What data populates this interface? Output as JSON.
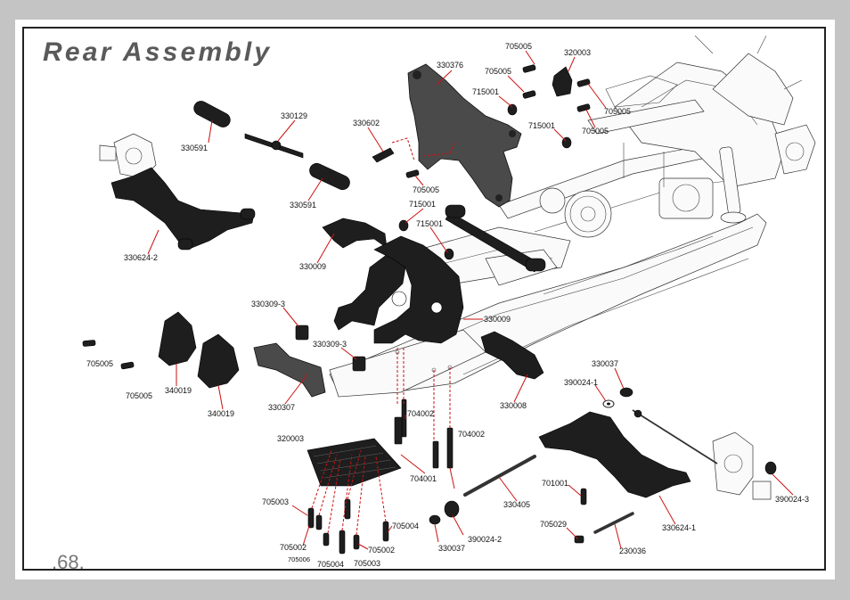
{
  "title": "Rear Assembly",
  "page_number": ".68.",
  "labels": {
    "l705005_a": "705005",
    "l320003_top": "320003",
    "l705005_b": "705005",
    "l330376": "330376",
    "l715001_a": "715001",
    "l705005_c": "705005",
    "l715001_b": "715001",
    "l705005_d": "705005",
    "l330129": "330129",
    "l330602": "330602",
    "l330591_a": "330591",
    "l705005_e": "705005",
    "l330591_b": "330591",
    "l715001_c": "715001",
    "l715001_d": "715001",
    "l330624_2": "330624-2",
    "l330009_a": "330009",
    "l330309_3_a": "330309-3",
    "l330009_b": "330009",
    "l330309_3_b": "330309-3",
    "l705005_f": "705005",
    "l705005_g": "705005",
    "l340019_a": "340019",
    "l340019_b": "340019",
    "l330307": "330307",
    "l330037_a": "330037",
    "l390024_1": "390024-1",
    "l330008": "330008",
    "l704002_a": "704002",
    "l704002_b": "704002",
    "l320003_bot": "320003",
    "l704001": "704001",
    "l701001": "701001",
    "l330405": "330405",
    "l705003_a": "705003",
    "l705004_a": "705004",
    "l705002_a": "705002",
    "l705002_b": "705002",
    "l705006": "705006",
    "l705004_b": "705004",
    "l705003_b": "705003",
    "l330037_b": "330037",
    "l390024_2": "390024-2",
    "l705029": "705029",
    "l230036": "230036",
    "l330624_1": "330624-1",
    "l390024_3": "390024-3"
  }
}
